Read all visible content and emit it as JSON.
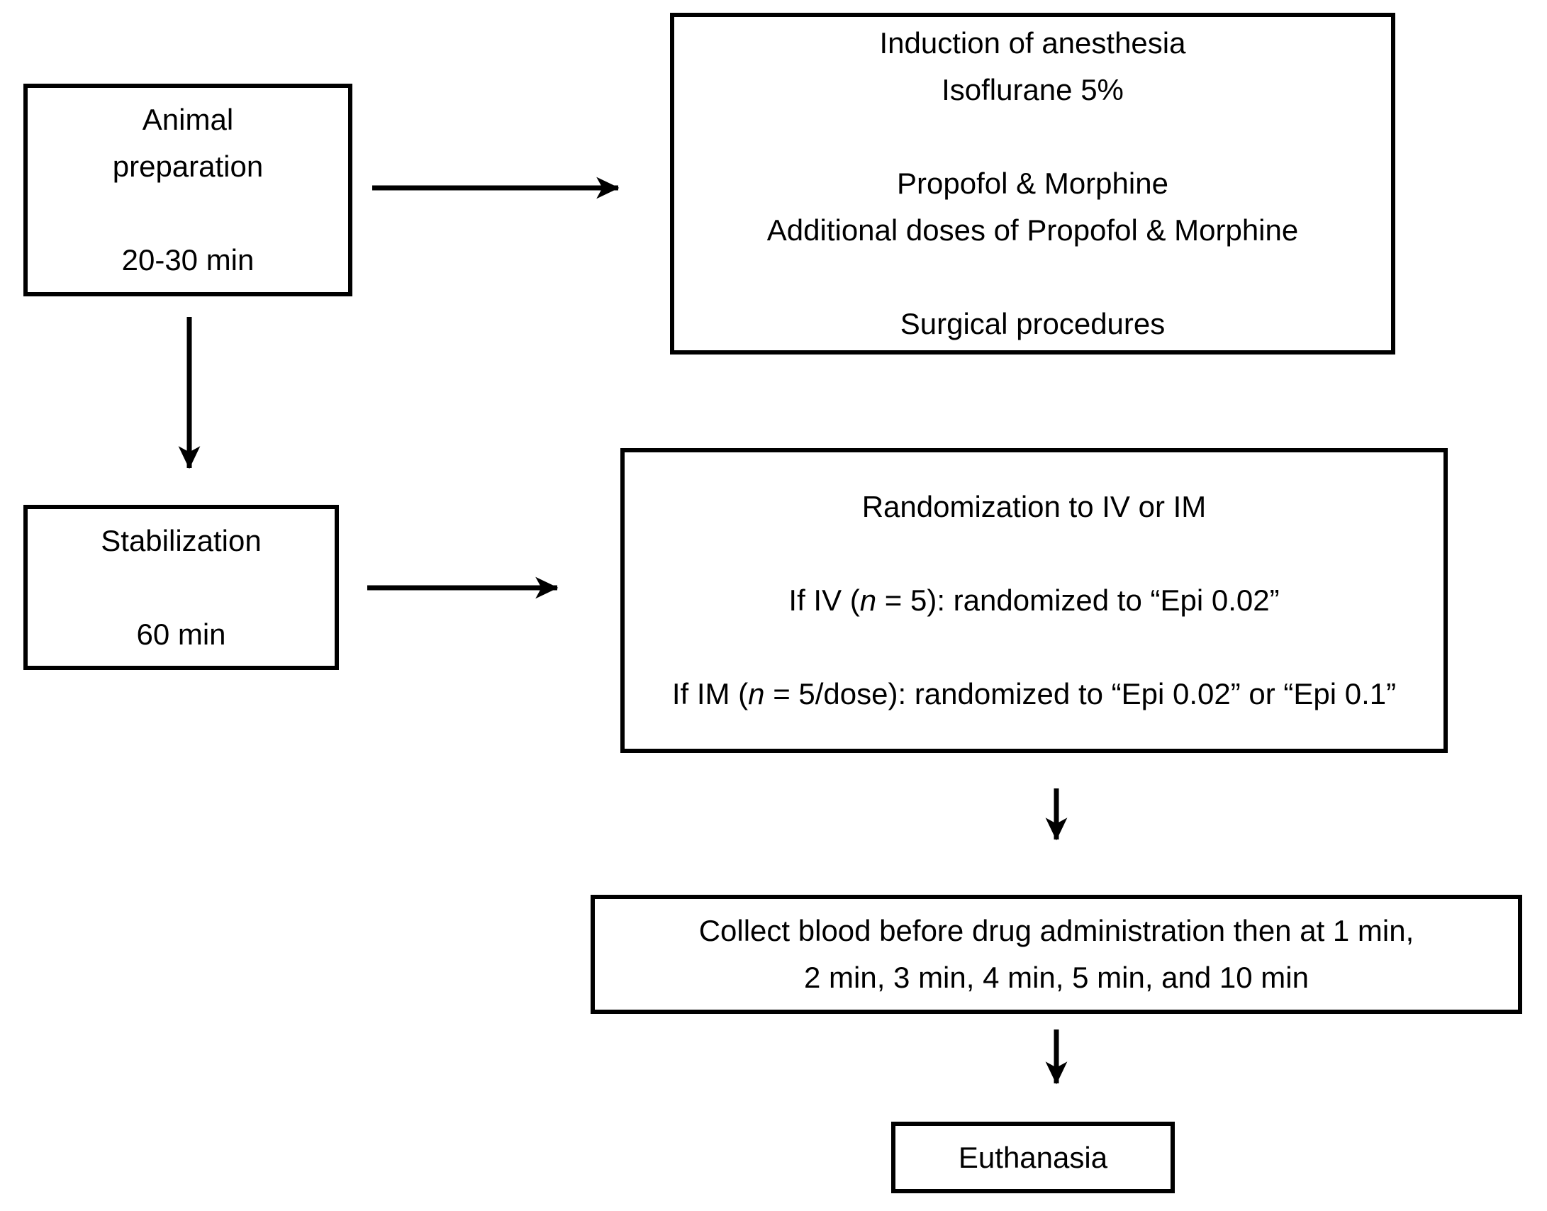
{
  "diagram": {
    "type": "flowchart",
    "colors": {
      "ink": "#000000",
      "background": "#ffffff"
    },
    "boxes": {
      "animal_preparation": {
        "lines": [
          "Animal",
          "preparation",
          "",
          "20-30 min"
        ]
      },
      "induction": {
        "lines": [
          "Induction of anesthesia",
          "Isoflurane 5%",
          "",
          "Propofol & Morphine",
          "Additional doses of Propofol & Morphine",
          "",
          "Surgical procedures"
        ]
      },
      "stabilization": {
        "lines": [
          "Stabilization",
          "",
          "60 min"
        ]
      },
      "randomization": {
        "title": "Randomization to IV or IM",
        "iv_prefix": "If IV (",
        "iv_italic": "n",
        "iv_suffix": " = 5): randomized to “Epi 0.02”",
        "im_prefix": "If IM (",
        "im_italic": "n",
        "im_suffix": " = 5/dose): randomized to “Epi 0.02” or “Epi 0.1”"
      },
      "collect_blood": {
        "lines": [
          "Collect blood before drug administration then at 1 min,",
          "2 min, 3 min, 4 min, 5 min, and 10 min"
        ]
      },
      "euthanasia": {
        "label": "Euthanasia"
      }
    },
    "edges": [
      {
        "from": "animal_preparation",
        "to": "induction",
        "direction": "right"
      },
      {
        "from": "animal_preparation",
        "to": "stabilization",
        "direction": "down"
      },
      {
        "from": "stabilization",
        "to": "randomization",
        "direction": "right"
      },
      {
        "from": "randomization",
        "to": "collect_blood",
        "direction": "down"
      },
      {
        "from": "collect_blood",
        "to": "euthanasia",
        "direction": "down"
      }
    ]
  }
}
